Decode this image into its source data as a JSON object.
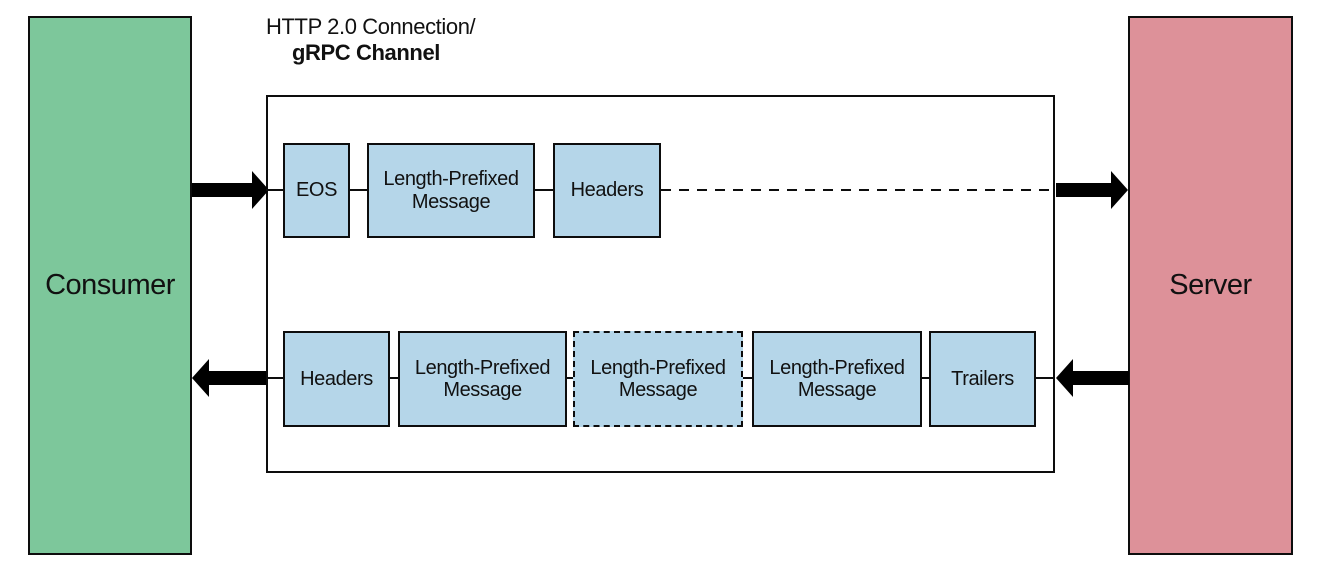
{
  "diagram": {
    "title_line1": "HTTP 2.0 Connection/",
    "title_line2": "gRPC Channel"
  },
  "consumer": {
    "label": "Consumer"
  },
  "server": {
    "label": "Server"
  },
  "request_stream": {
    "from": "Consumer",
    "to": "Server",
    "frames": [
      {
        "label": "EOS",
        "border": "solid"
      },
      {
        "label": "Length-Prefixed Message",
        "border": "solid"
      },
      {
        "label": "Headers",
        "border": "solid"
      }
    ]
  },
  "response_stream": {
    "from": "Server",
    "to": "Consumer",
    "frames": [
      {
        "label": "Headers",
        "border": "solid"
      },
      {
        "label": "Length-Prefixed Message",
        "border": "solid"
      },
      {
        "label": "Length-Prefixed Message",
        "border": "dashed"
      },
      {
        "label": "Length-Prefixed Message",
        "border": "solid"
      },
      {
        "label": "Trailers",
        "border": "solid"
      }
    ]
  },
  "colors": {
    "consumer_fill": "#7dc79b",
    "server_fill": "#dd9199",
    "frame_fill": "#b5d6e9",
    "line": "#0d0d0d",
    "background": "#ffffff"
  }
}
